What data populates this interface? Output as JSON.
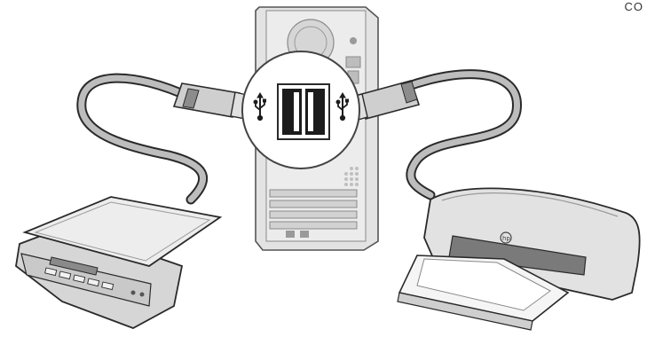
{
  "corner_text": "CO",
  "colors": {
    "line": "#2a2a2a",
    "light_gray": "#e6e6e6",
    "mid_gray": "#c8c8c8",
    "dark_gray": "#8c8c8c",
    "tower": "#e2e2e2",
    "cable": "#bdbdbd"
  },
  "devices": [
    "scanner-icon",
    "computer-tower-icon",
    "printer-icon"
  ],
  "connections": [
    {
      "from": "scanner",
      "to": "computer",
      "type": "usb-cable"
    },
    {
      "from": "printer",
      "to": "computer",
      "type": "usb-cable"
    }
  ],
  "usb_symbols": 2,
  "usb_ports_shown": 2
}
